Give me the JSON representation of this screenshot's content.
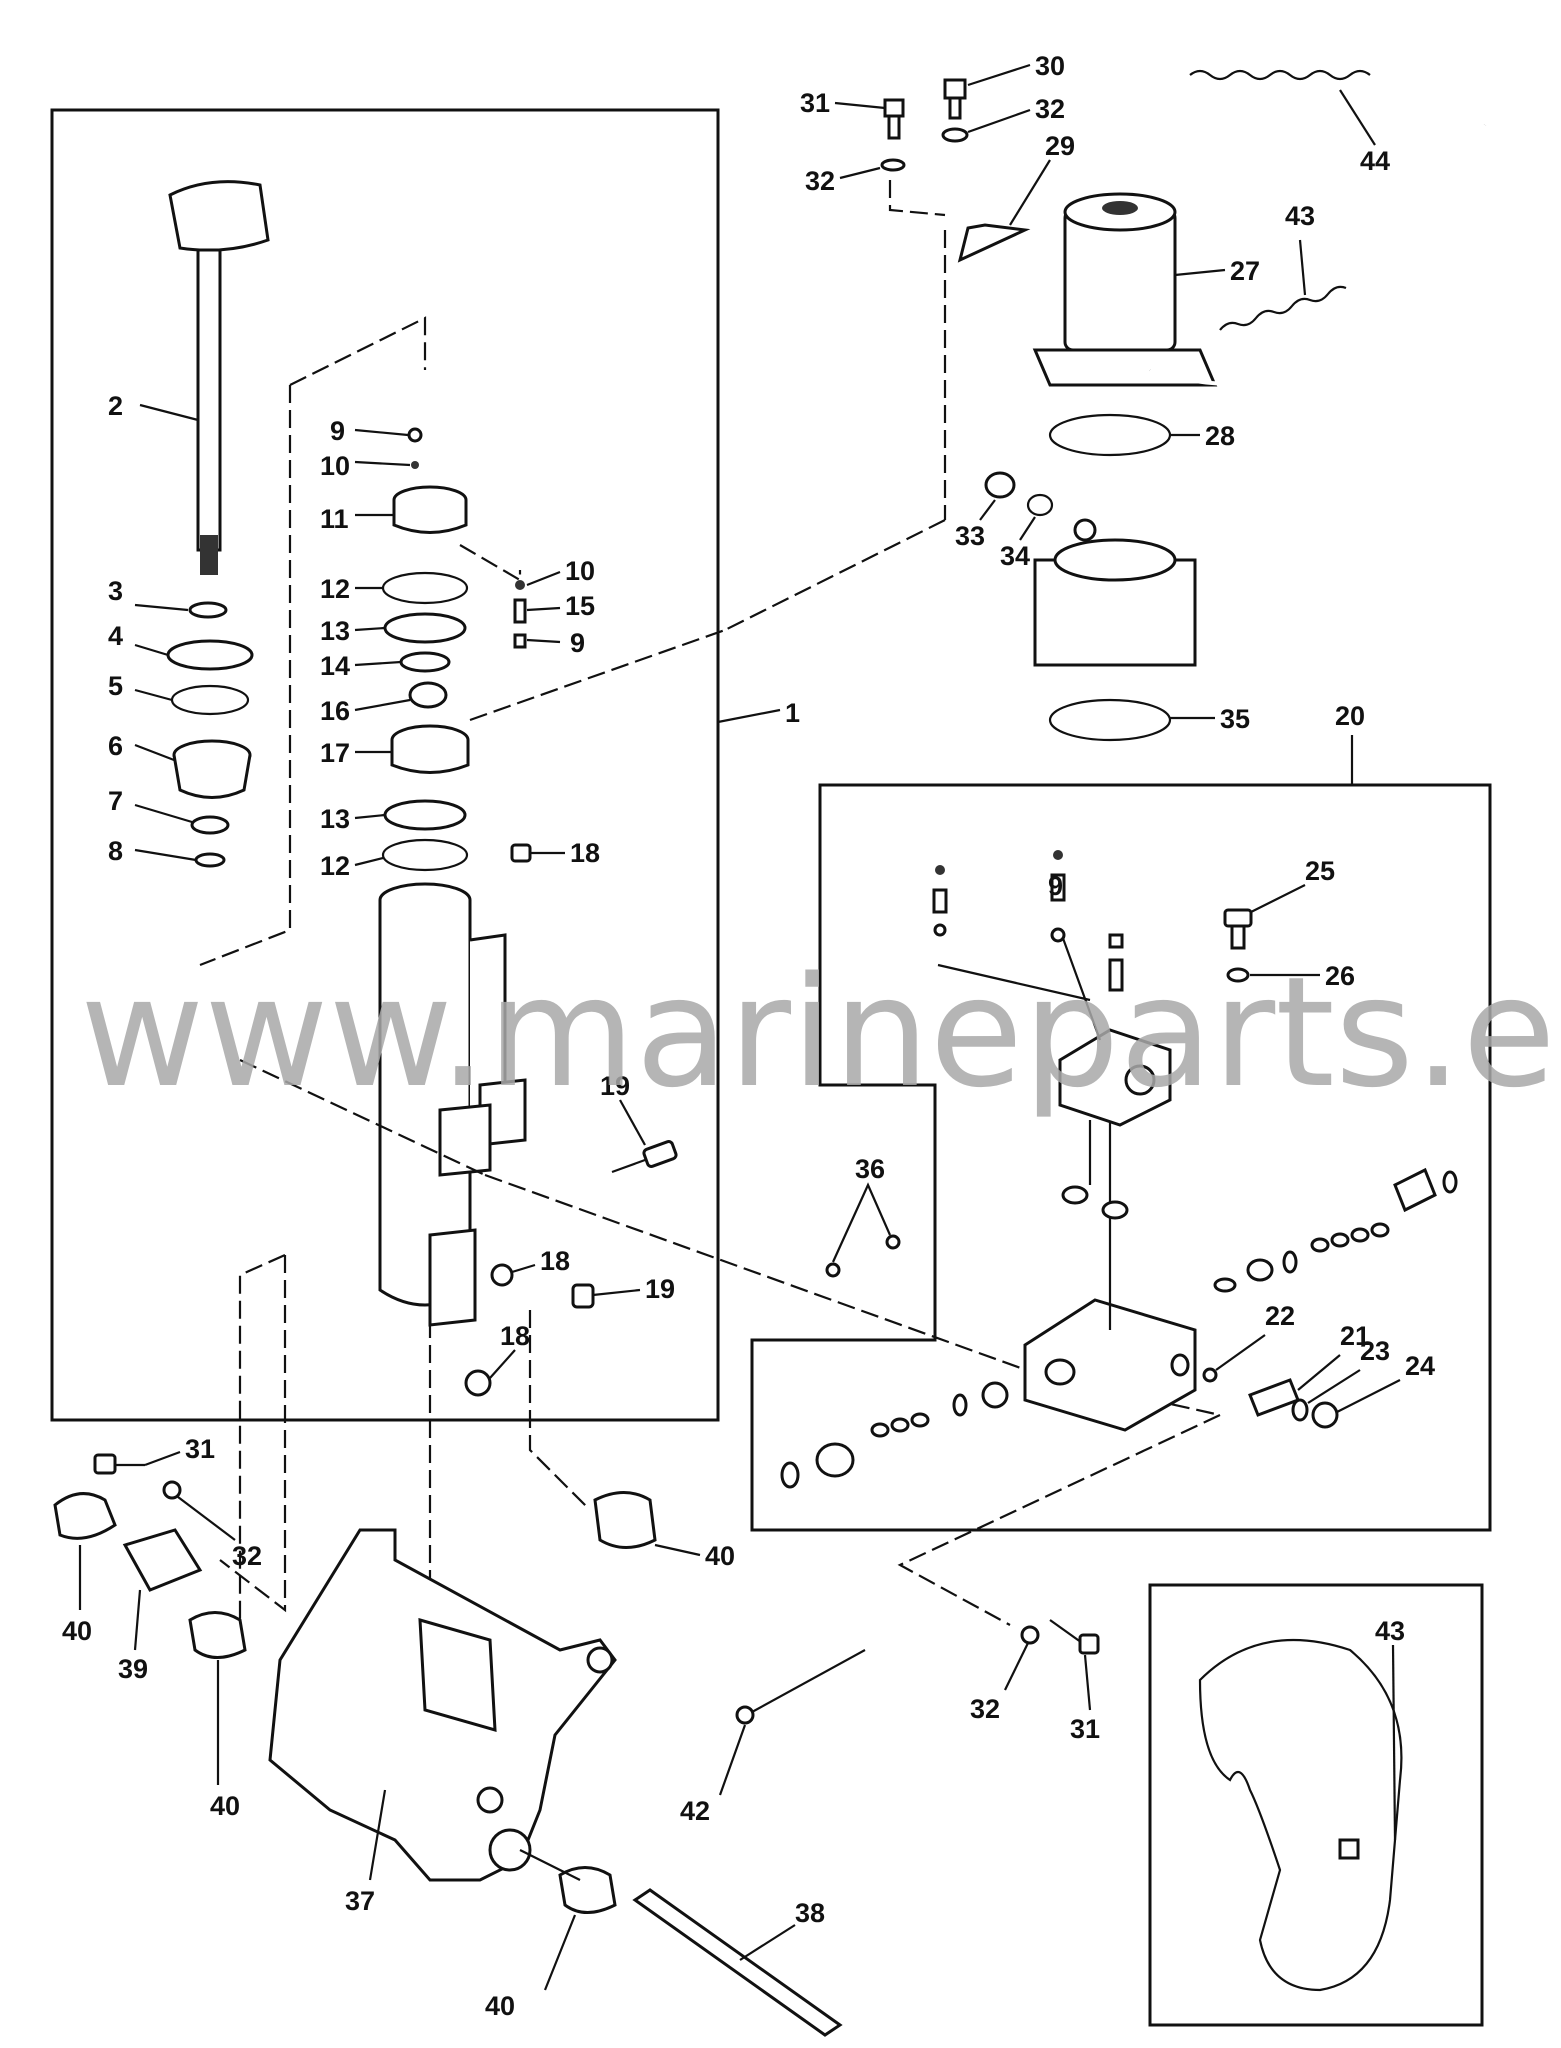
{
  "watermark": "www.marineparts.eu",
  "callouts": {
    "c1": "1",
    "c2": "2",
    "c3": "3",
    "c4": "4",
    "c5": "5",
    "c6": "6",
    "c7": "7",
    "c8": "8",
    "c9a": "9",
    "c9b": "9",
    "c9c": "9",
    "c10a": "10",
    "c10b": "10",
    "c11": "11",
    "c12a": "12",
    "c12b": "12",
    "c13a": "13",
    "c13b": "13",
    "c14": "14",
    "c15": "15",
    "c16": "16",
    "c17": "17",
    "c18a": "18",
    "c18b": "18",
    "c18c": "18",
    "c19a": "19",
    "c19b": "19",
    "c20": "20",
    "c21": "21",
    "c22": "22",
    "c23": "23",
    "c24": "24",
    "c25": "25",
    "c26": "26",
    "c27": "27",
    "c28": "28",
    "c29": "29",
    "c30": "30",
    "c31a": "31",
    "c31b": "31",
    "c31c": "31",
    "c32a": "32",
    "c32b": "32",
    "c32c": "32",
    "c32d": "32",
    "c33": "33",
    "c34": "34",
    "c35": "35",
    "c36": "36",
    "c37": "37",
    "c38": "38",
    "c39": "39",
    "c40a": "40",
    "c40b": "40",
    "c40c": "40",
    "c40d": "40",
    "c42": "42",
    "c43a": "43",
    "c43b": "43",
    "c44": "44"
  }
}
